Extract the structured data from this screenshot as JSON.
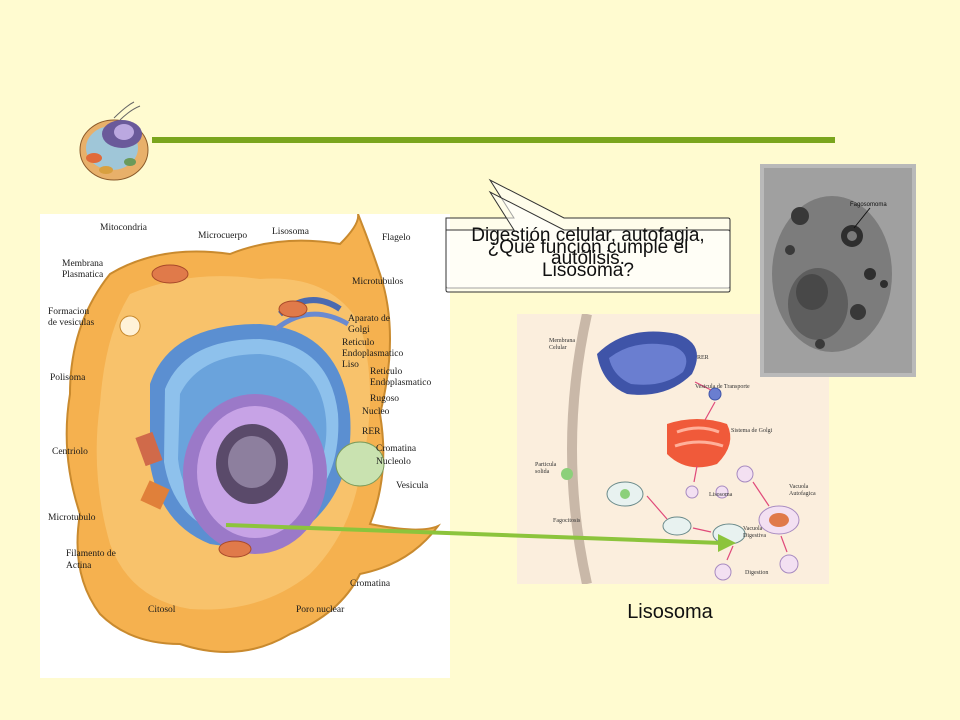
{
  "colors": {
    "background": "#fffbd0",
    "rule": "#7aa51d",
    "arrow": "#8cc43c",
    "callout_fill": "#ffffff",
    "callout_stroke": "#333333"
  },
  "callout": {
    "answer": "Digestión celular, autofagia, autólisis.",
    "question": "¿Qué función cumple el Lisosoma?"
  },
  "caption": "Lisosoma",
  "cell_labels": {
    "mitocondria": "Mitocondria",
    "microcuerpo": "Microcuerpo",
    "lisosoma": "Lisosoma",
    "flagelo": "Flagelo",
    "membrana_1": "Membrana",
    "membrana_2": "Plasmatica",
    "microtubulos": "Microtubulos",
    "formacion_1": "Formacion",
    "formacion_2": "de vesiculas",
    "aparato_1": "Aparato de",
    "aparato_2": "Golgi",
    "ret_liso_1": "Reticulo",
    "ret_liso_2": "Endoplasmatico",
    "ret_liso_3": "Liso",
    "ret_rug_1": "Reticulo",
    "ret_rug_2": "Endoplasmatico",
    "ret_rug_3": "Rugoso",
    "polisoma": "Polisoma",
    "nucleo": "Nucleo",
    "rer": "RER",
    "cromatina_a": "Cromatina",
    "nucleolo": "Nucleolo",
    "centriolo": "Centriolo",
    "vesicula": "Vesicula",
    "microtubulo": "Microtubulo",
    "filamento_1": "Filamento de",
    "filamento_2": "Actina",
    "citosol": "Citosol",
    "poro": "Poro nuclear",
    "cromatina_b": "Cromatina"
  },
  "lyso_labels": {
    "membrana_1": "Membrana",
    "membrana_2": "Celular",
    "rer": "RER",
    "vesicula_transporte": "Vesicula de Transporte",
    "golgi": "Sistema de Golgi",
    "particula_1": "Particula",
    "particula_2": "solida",
    "lisosoma": "Lisosoma",
    "fagocitosis": "Fagocitosis",
    "vac_autofagica_1": "Vacuola",
    "vac_autofagica_2": "Autofagica",
    "vac_digestiva_1": "Vacuola",
    "vac_digestiva_2": "Digestiva",
    "digestion": "Digestion"
  },
  "micro_label": "Fagosomoma"
}
